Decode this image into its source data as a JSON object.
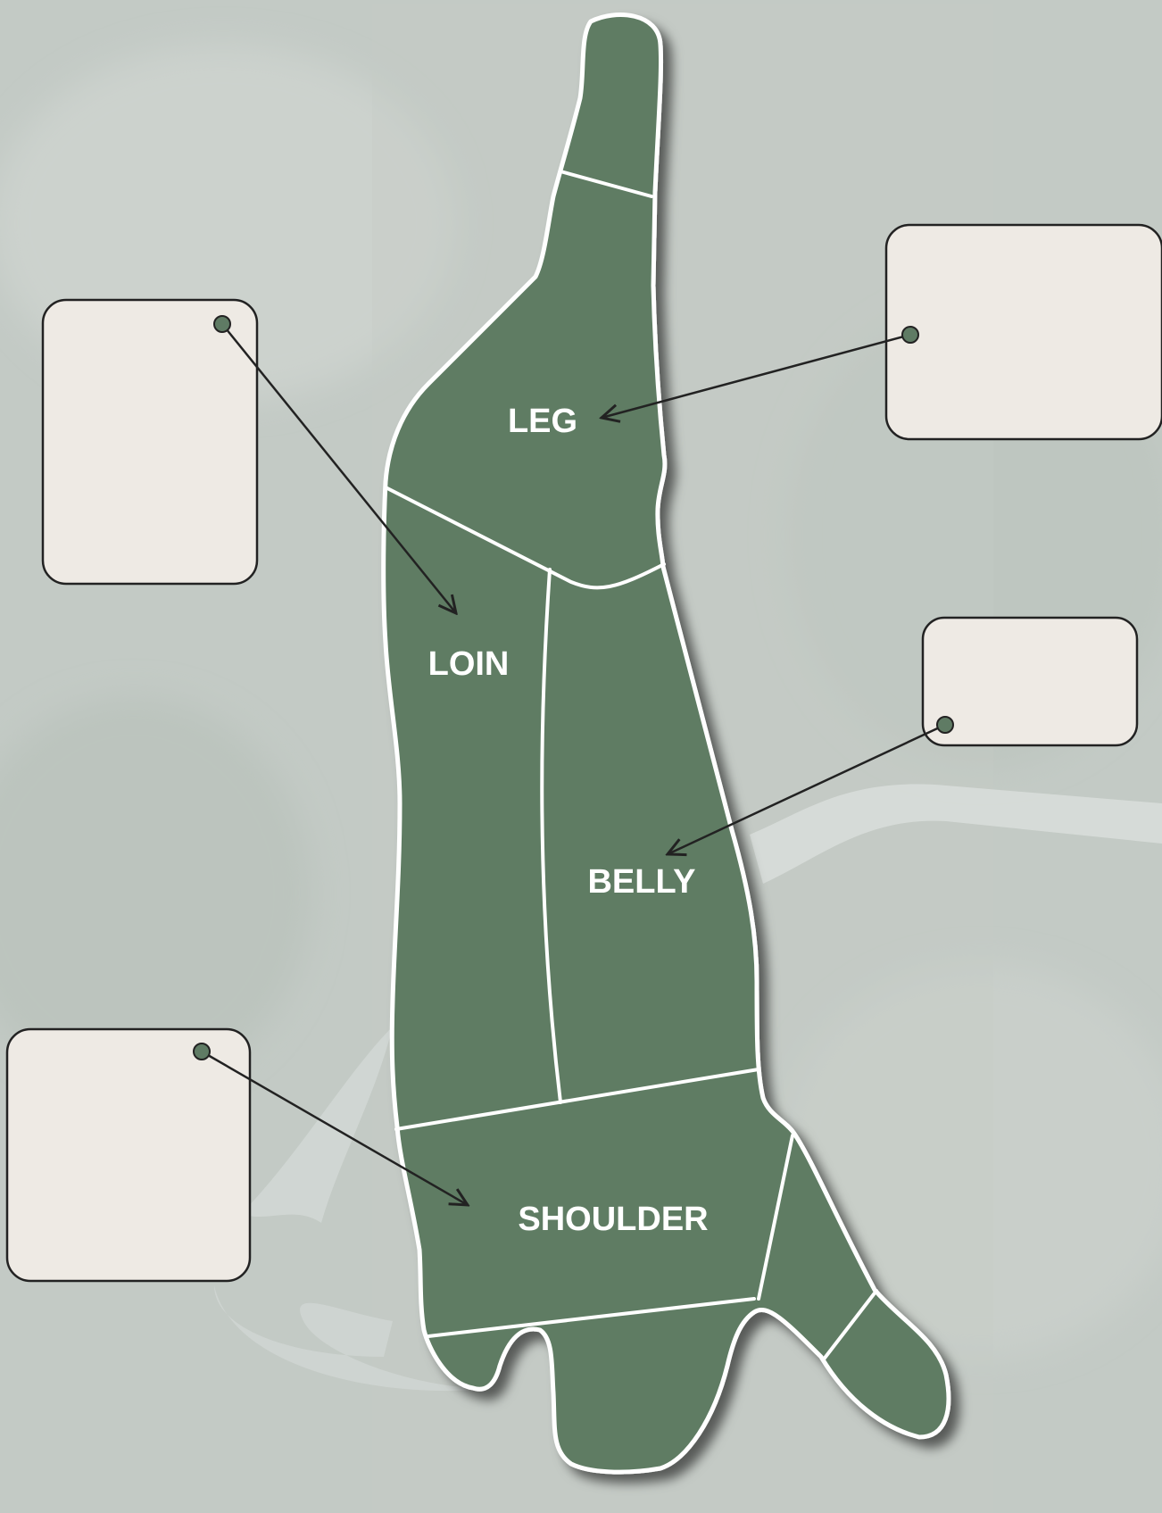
{
  "diagram": {
    "labels": {
      "leg": "LEG",
      "loin": "LOIN",
      "belly": "BELLY",
      "shoulder": "SHOULDER"
    },
    "colors": {
      "meat": "#5f7b64",
      "outline": "#ffffff",
      "background": "#c3cac5",
      "answer_box": "#eeeae4",
      "ink": "#222222"
    },
    "answer_boxes": [
      {
        "id": "box-top-left",
        "points_to": "loin",
        "text": ""
      },
      {
        "id": "box-top-right",
        "points_to": "leg",
        "text": ""
      },
      {
        "id": "box-middle-right",
        "points_to": "belly",
        "text": ""
      },
      {
        "id": "box-bottom-left",
        "points_to": "shoulder",
        "text": ""
      }
    ]
  }
}
